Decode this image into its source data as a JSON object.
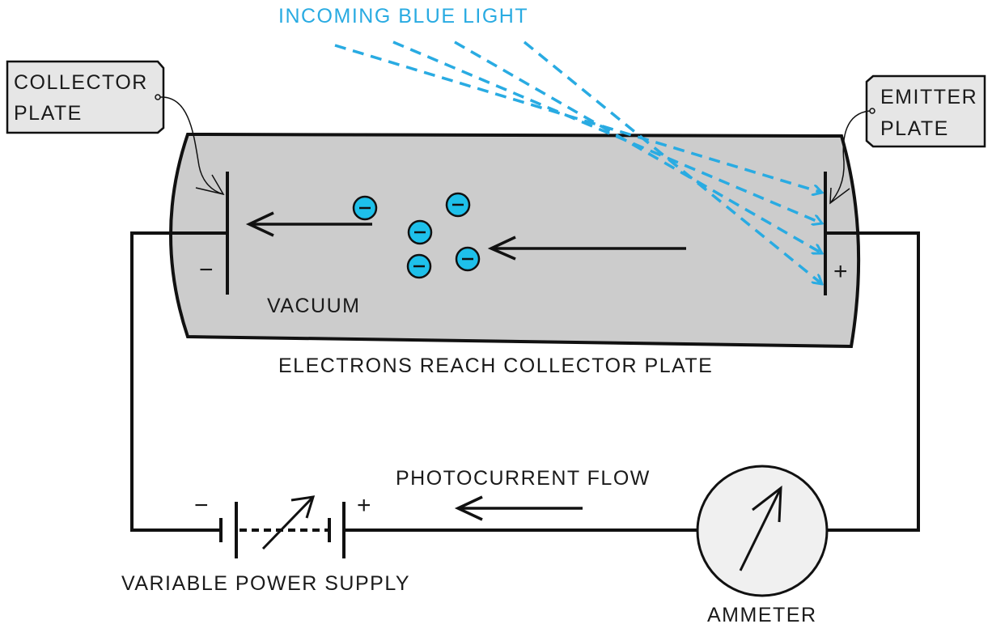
{
  "title_light": "INCOMING BLUE LIGHT",
  "tags": {
    "collector": [
      "COLLECTOR",
      "PLATE"
    ],
    "emitter": [
      "EMITTER",
      "PLATE"
    ]
  },
  "tube": {
    "vacuum_label": "VACUUM",
    "collector_sign": "−",
    "emitter_sign": "+",
    "caption": "ELECTRONS REACH COLLECTOR PLATE",
    "electron_count": 5,
    "light_ray_count": 4
  },
  "circuit": {
    "current_label": "PHOTOCURRENT FLOW",
    "supply_label": "VARIABLE POWER SUPPLY",
    "supply_neg": "−",
    "supply_pos": "+",
    "meter_label": "AMMETER"
  },
  "colors": {
    "light": "#29abe2",
    "electron": "#1ec0ea",
    "tube_fill": "#cccccc",
    "tag_fill": "#e6e6e6",
    "meter_fill": "#f0f0f0"
  }
}
